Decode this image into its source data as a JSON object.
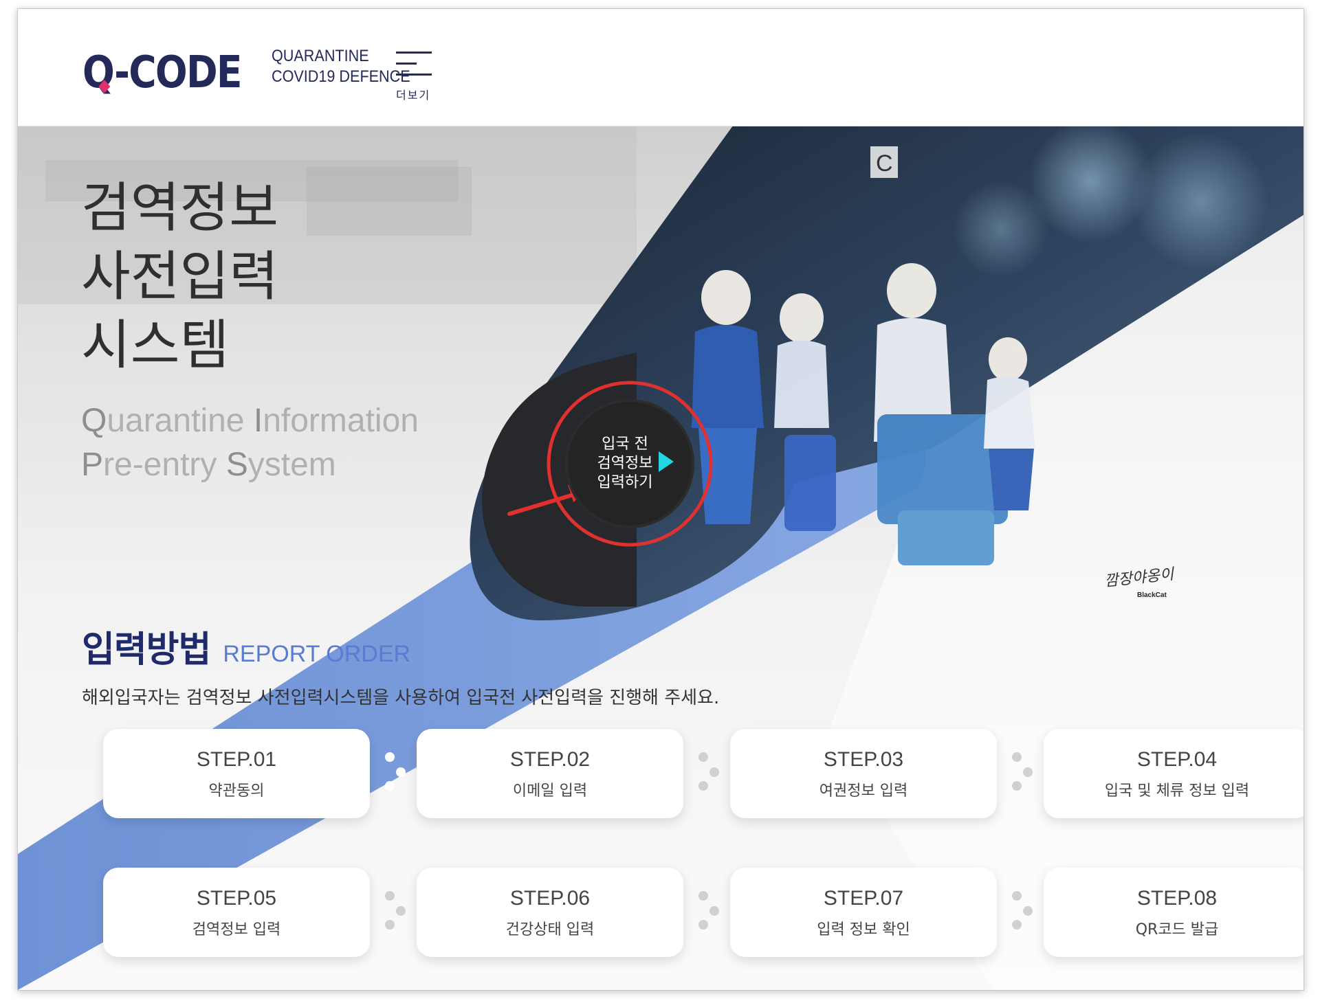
{
  "header": {
    "logo_text": "Q-CODE",
    "logo_sub_line1": "QUARANTINE",
    "logo_sub_line2": "COVID19 DEFENCE",
    "menu_label": "더보기",
    "icons": {
      "menu": "hamburger-menu-icon"
    }
  },
  "hero": {
    "title_lines": [
      "검역정보",
      "사전입력",
      "시스템"
    ],
    "subtitle_line1": {
      "cap1": "Q",
      "rest1": "uarantine ",
      "cap2": "I",
      "rest2": "nformation"
    },
    "subtitle_line2": {
      "cap1": "P",
      "rest1": "re-entry ",
      "cap2": "S",
      "rest2": "ystem"
    },
    "cta_lines": [
      "입국 전",
      "검역정보",
      "입력하기"
    ],
    "signature": "깜장야옹이",
    "signature_sub": "BlackCat"
  },
  "report": {
    "title_ko": "입력방법",
    "title_en": "REPORT ORDER",
    "description": "해외입국자는 검역정보 사전입력시스템을 사용하여 입국전 사전입력을 진행해 주세요.",
    "steps": [
      {
        "no": "STEP.01",
        "name": "약관동의"
      },
      {
        "no": "STEP.02",
        "name": "이메일 입력"
      },
      {
        "no": "STEP.03",
        "name": "여권정보 입력"
      },
      {
        "no": "STEP.04",
        "name": "입국 및 체류 정보 입력"
      },
      {
        "no": "STEP.05",
        "name": "검역정보 입력"
      },
      {
        "no": "STEP.06",
        "name": "건강상태 입력"
      },
      {
        "no": "STEP.07",
        "name": "입력 정보 확인"
      },
      {
        "no": "STEP.08",
        "name": "QR코드 발급"
      }
    ]
  },
  "colors": {
    "brand_navy": "#232a59",
    "accent_pink": "#e0306b",
    "accent_blue": "#7b9fdc",
    "cta_arrow": "#21d6e0",
    "highlight_red": "#e03030"
  }
}
